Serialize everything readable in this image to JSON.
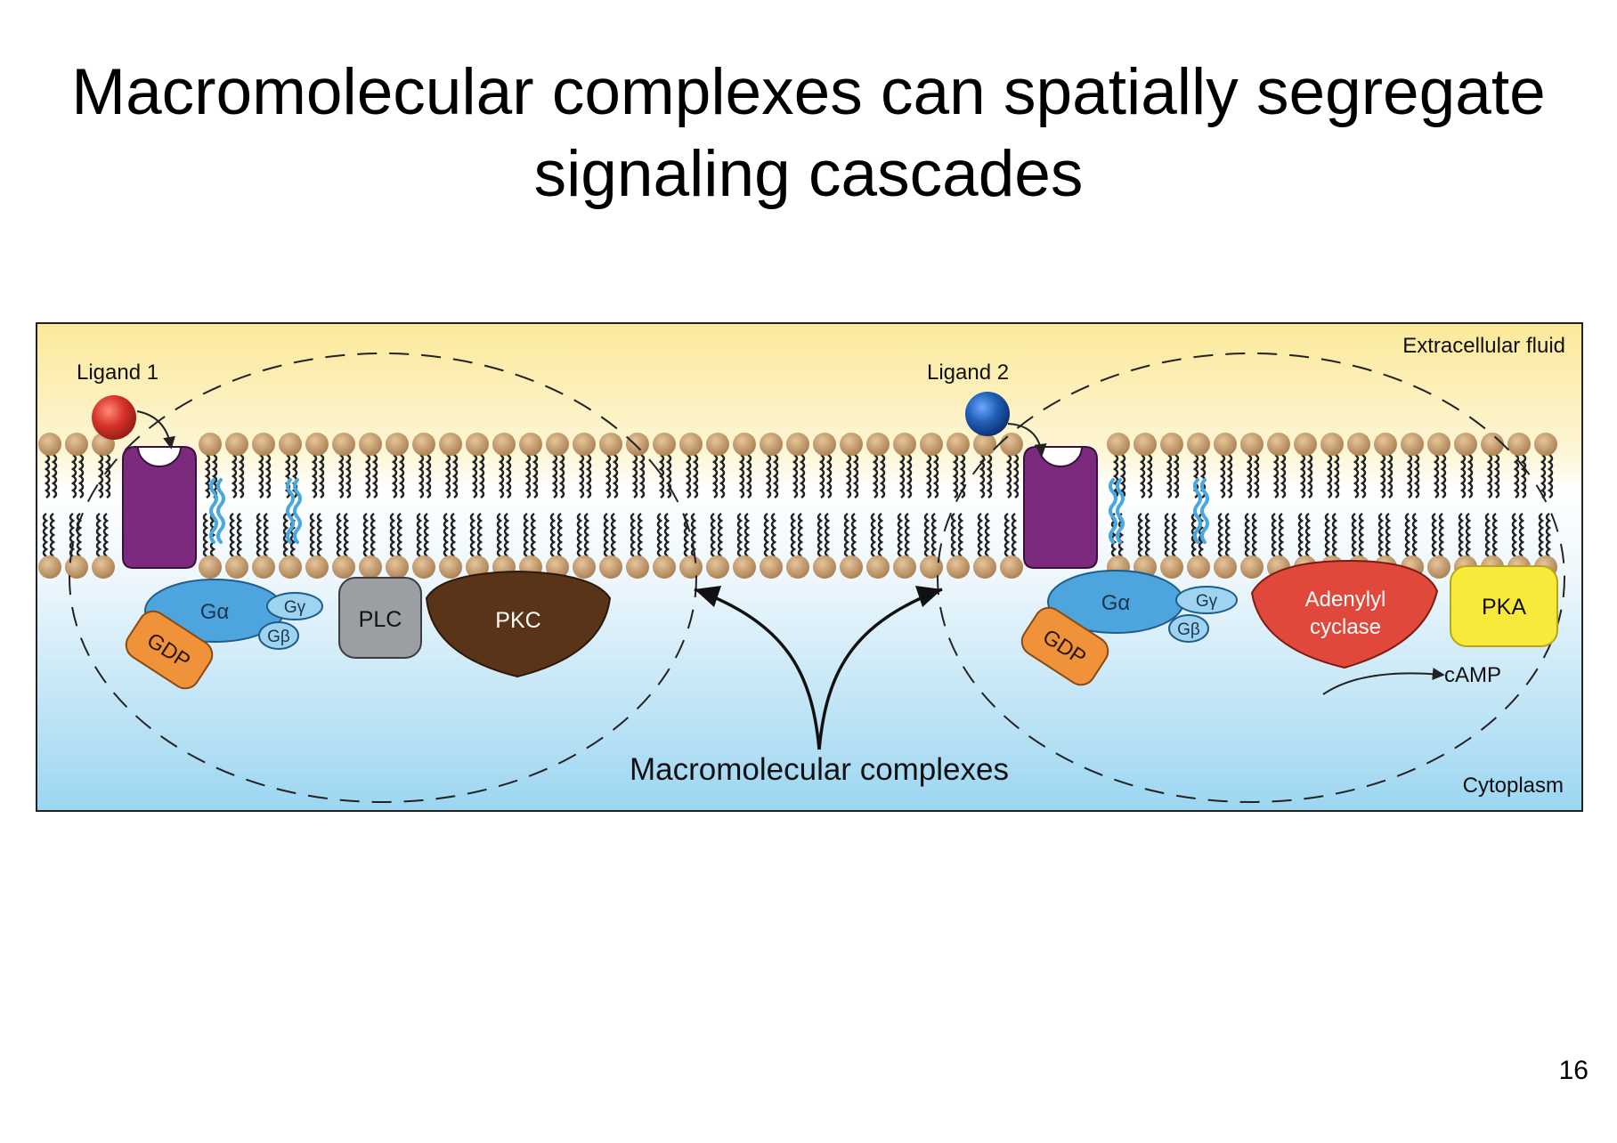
{
  "title": {
    "line1": "Macromolecular complexes can spatially segregate",
    "line2": "signaling cascades"
  },
  "figure": {
    "labels": {
      "extracellular": "Extracellular fluid",
      "cytoplasm": "Cytoplasm",
      "complexes": "Macromolecular complexes"
    },
    "left_complex": {
      "ligand": "Ligand 1",
      "g_alpha": "Gα",
      "g_gamma": "Gγ",
      "g_beta": "Gβ",
      "gdp": "GDP",
      "plc": "PLC",
      "pkc": "PKC"
    },
    "right_complex": {
      "ligand": "Ligand 2",
      "g_alpha": "Gα",
      "g_gamma": "Gγ",
      "g_beta": "Gβ",
      "gdp": "GDP",
      "adenylyl_line1": "Adenylyl",
      "adenylyl_line2": "cyclase",
      "camp": "cAMP",
      "pka": "PKA"
    },
    "colors": {
      "ligand1": "#d8332a",
      "ligand2": "#1f5fb5",
      "receptor": "#7b2a7e",
      "g_alpha": "#4ea4dc",
      "gdp": "#ef923a",
      "plc": "#9b9ea3",
      "pkc": "#5a3418",
      "adenylyl_cyclase": "#e0483b",
      "pka": "#f8ea3a",
      "lipid_head": "#c59d6f",
      "lipid_anchor": "#4aa8e0"
    }
  },
  "page_number": "16"
}
